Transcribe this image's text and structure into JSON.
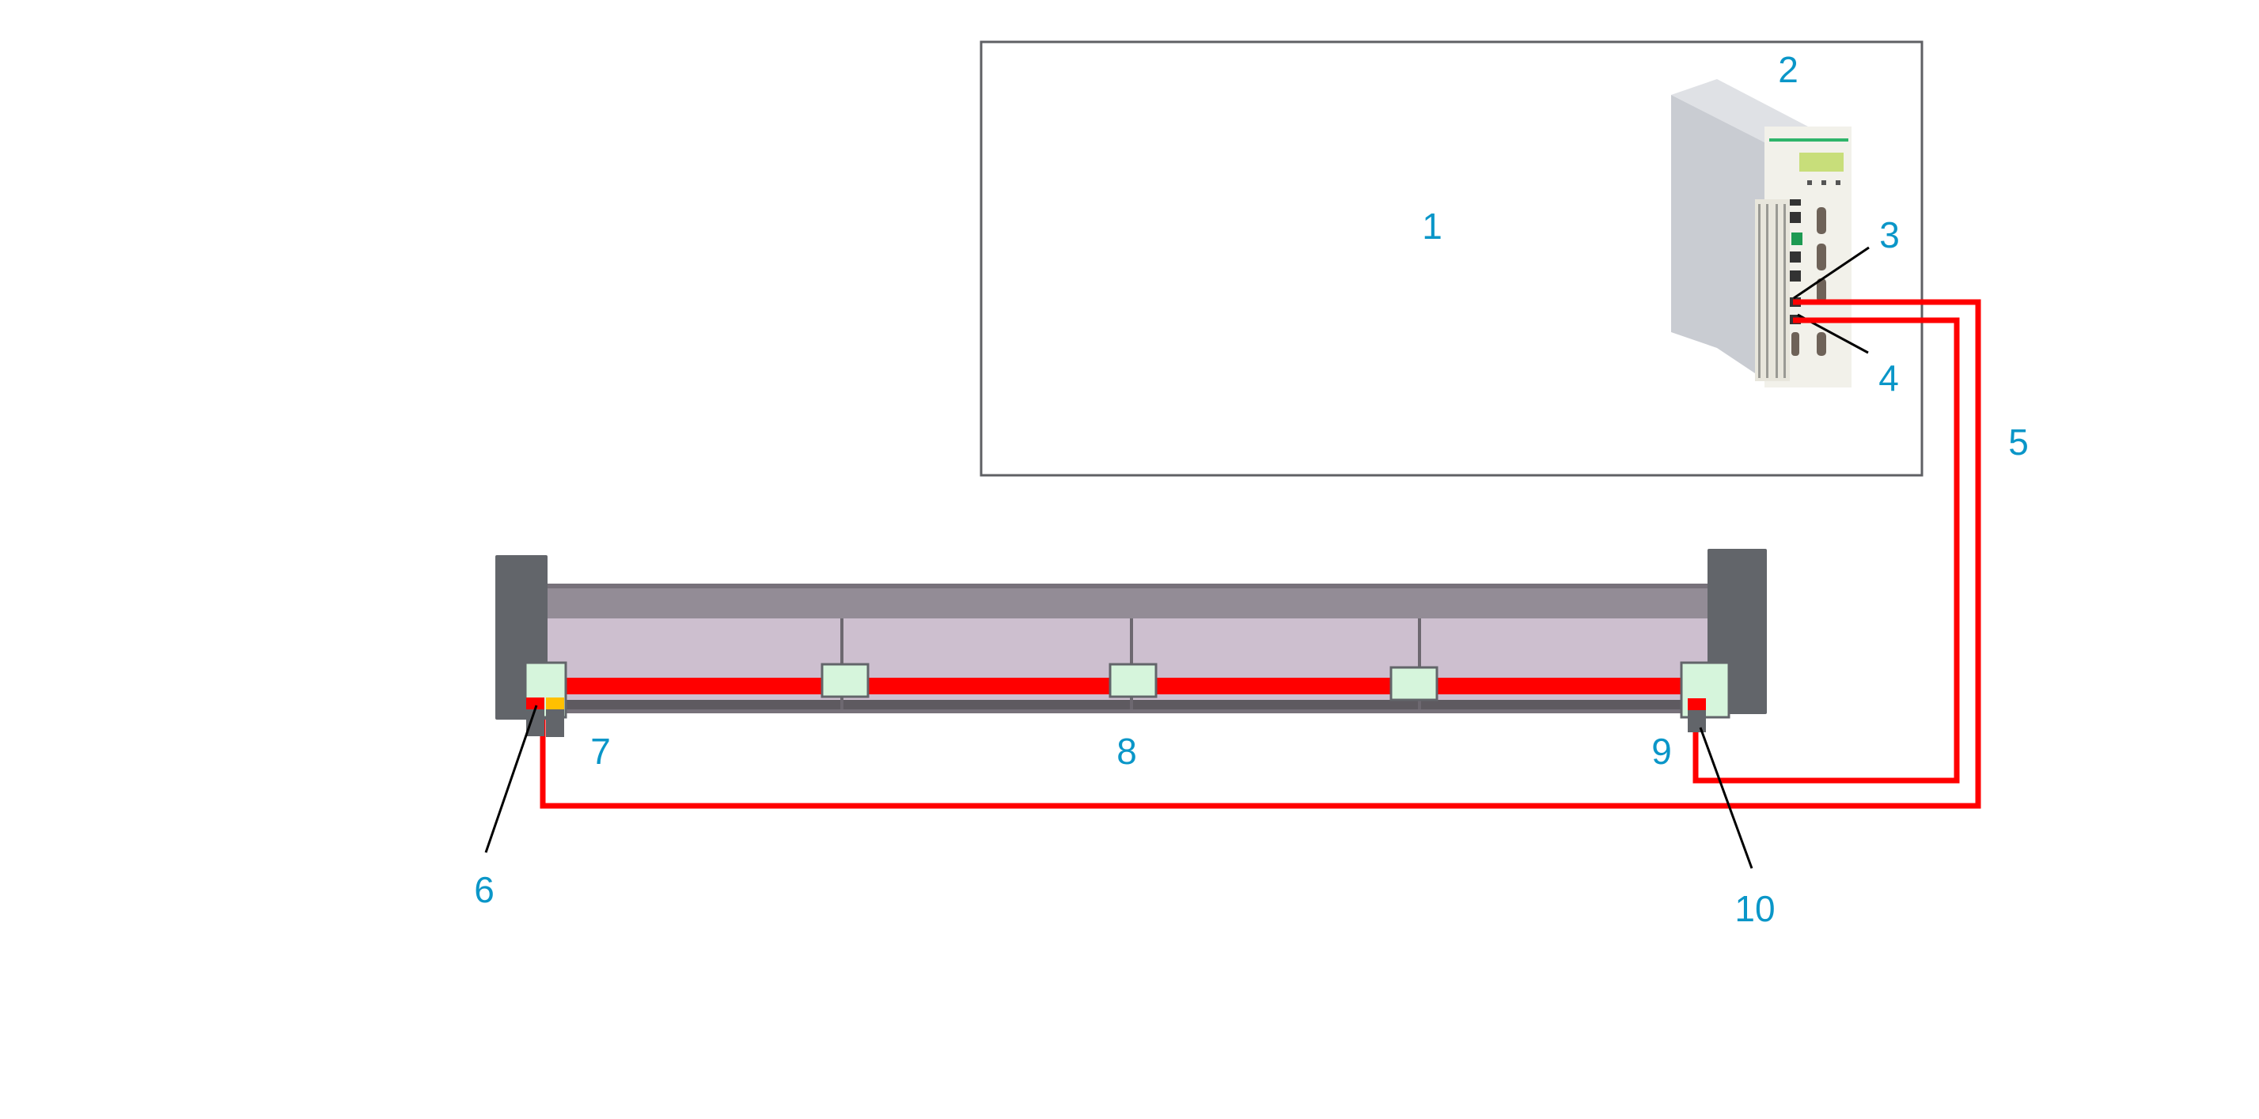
{
  "labels": {
    "controller_area": "1",
    "controller": "2",
    "port_a": "3",
    "port_b": "4",
    "cable": "5",
    "left_connector": "6",
    "left_terminal": "7",
    "modules": "8",
    "right_terminal": "9",
    "right_connector": "10"
  },
  "colors": {
    "label": "#0a96c8",
    "cable": "#ff0000",
    "module_fill": "#d6f5dc",
    "frame": "#62656a",
    "panel": "#cdbfcf",
    "terminator": "#ffc000"
  }
}
